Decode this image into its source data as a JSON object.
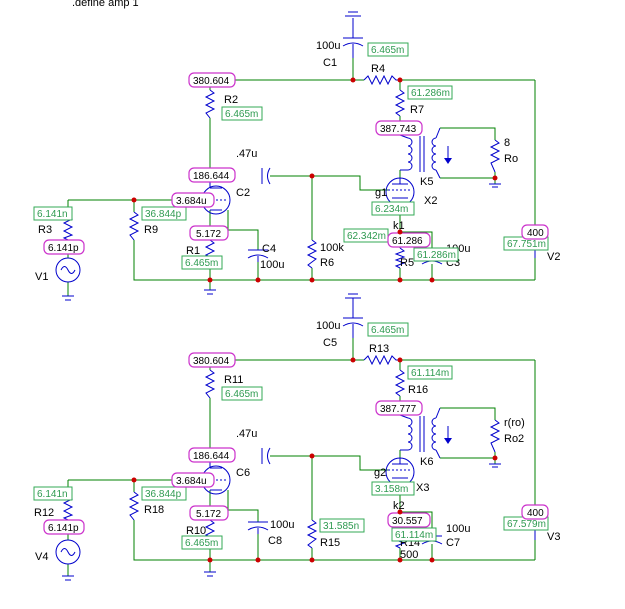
{
  "header": {
    "directive": ".define amp 1"
  },
  "components": {
    "c1": "C1",
    "c1_val": "100u",
    "r4": "R4",
    "r2": "R2",
    "r7": "R7",
    "ro": "Ro",
    "ro_val": "8",
    "k5": "K5",
    "x2": "X2",
    "c2": "C2",
    "c2_val": ".47u",
    "g1": "g1",
    "k1": "k1",
    "r3": "R3",
    "r9": "R9",
    "r1": "R1",
    "c4": "C4",
    "c4_val": "100u",
    "r6": "R6",
    "r6_val": "100k",
    "r5": "R5",
    "c3": "C3",
    "c3_val": "100u",
    "v1": "V1",
    "v2": "V2",
    "c5": "C5",
    "c5_val": "100u",
    "r13": "R13",
    "r11": "R11",
    "r16": "R16",
    "ro2": "Ro2",
    "ro2_val": "r(ro)",
    "k6": "K6",
    "x3": "X3",
    "c6": "C6",
    "c6_val": ".47u",
    "g2": "g2",
    "k2": "k2",
    "r12": "R12",
    "r18": "R18",
    "r10": "R10",
    "c8": "C8",
    "c8_val": "100u",
    "r15": "R15",
    "r14": "R14",
    "r14_val": "500",
    "c7": "C7",
    "c7_val": "100u",
    "v4": "V4",
    "v3": "V3"
  },
  "voltages": {
    "amp1_b": "380.604",
    "amp1_plate": "387.743",
    "amp1_cath_v1": "186.644",
    "amp1_grid_v1": "3.684u",
    "amp1_cath1": "5.172",
    "amp1_k1": "61.286",
    "amp1_supply": "400",
    "amp1_src": "6.141p",
    "amp2_b": "380.604",
    "amp2_plate": "387.777",
    "amp2_cath_v1": "186.644",
    "amp2_grid_v1": "3.684u",
    "amp2_cath1": "5.172",
    "amp2_k2": "30.557",
    "amp2_supply": "400",
    "amp2_src": "6.141p"
  },
  "currents": {
    "amp1_c1": "6.465m",
    "amp1_r2": "6.465m",
    "amp1_r7": "61.286m",
    "amp1_r3": "6.141n",
    "amp1_r9": "36.844p",
    "amp1_r1": "6.465m",
    "amp1_g1": "6.234m",
    "amp1_r5": "62.342m",
    "amp1_c3": "61.286m",
    "amp1_v2": "67.751m",
    "amp2_c5": "6.465m",
    "amp2_r11": "6.465m",
    "amp2_r16": "61.114m",
    "amp2_r12": "6.141n",
    "amp2_r18": "36.844p",
    "amp2_r10": "6.465m",
    "amp2_g2": "3.158m",
    "amp2_r15": "31.585n",
    "amp2_c7": "61.114m",
    "amp2_v3": "67.579m"
  }
}
